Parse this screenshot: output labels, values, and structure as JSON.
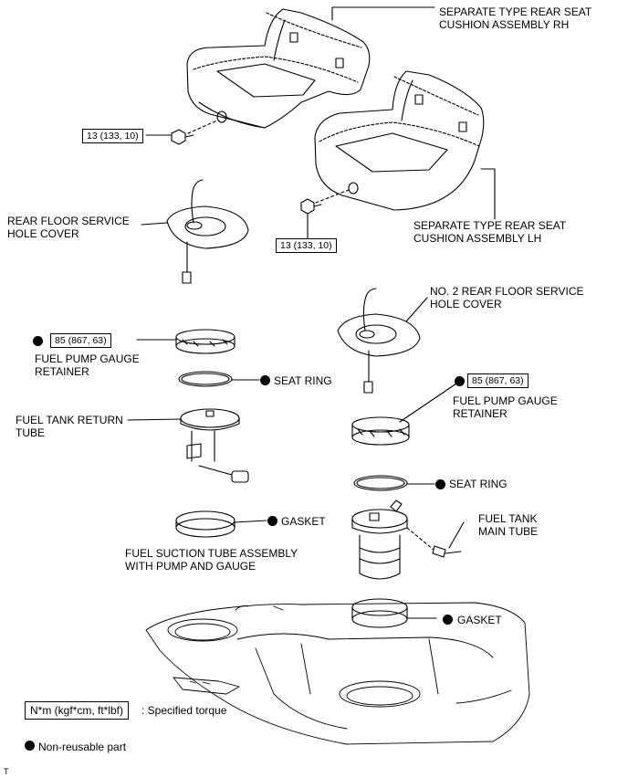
{
  "labels": {
    "seat_rh_line1": "SEPARATE TYPE REAR SEAT",
    "seat_rh_line2": "CUSHION ASSEMBLY RH",
    "seat_lh_line1": "SEPARATE TYPE REAR SEAT",
    "seat_lh_line2": "CUSHION ASSEMBLY LH",
    "rear_floor_cover_line1": "REAR FLOOR SERVICE",
    "rear_floor_cover_line2": "HOLE COVER",
    "no2_rear_floor_cover_line1": "NO. 2 REAR FLOOR SERVICE",
    "no2_rear_floor_cover_line2": "HOLE COVER",
    "retainer_left_line1": "FUEL PUMP GAUGE",
    "retainer_left_line2": "RETAINER",
    "retainer_right_line1": "FUEL PUMP GAUGE",
    "retainer_right_line2": "RETAINER",
    "seat_ring_left": "SEAT RING",
    "seat_ring_right": "SEAT RING",
    "return_tube_line1": "FUEL TANK RETURN",
    "return_tube_line2": "TUBE",
    "gasket_left": "GASKET",
    "gasket_right": "GASKET",
    "suction_line1": "FUEL SUCTION TUBE ASSEMBLY",
    "suction_line2": "WITH PUMP AND GAUGE",
    "main_tube_line1": "FUEL TANK",
    "main_tube_line2": "MAIN TUBE"
  },
  "torques": {
    "bolt_rh": "13 (133, 10)",
    "bolt_lh": "13 (133, 10)",
    "retainer_left": "85 (867, 63)",
    "retainer_right": "85 (867, 63)"
  },
  "legend": {
    "torque_unit": "N*m (kgf*cm, ft*lbf)",
    "torque_desc": ": Specified torque",
    "nonreusable_desc": "Non-reusable part"
  },
  "corner_mark": "T"
}
